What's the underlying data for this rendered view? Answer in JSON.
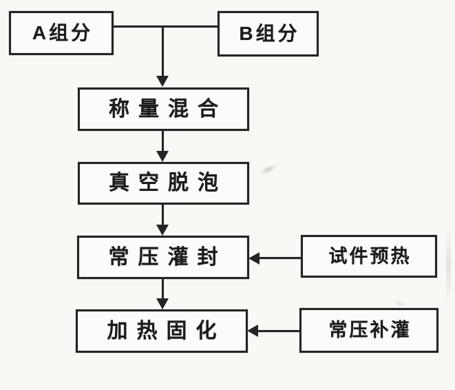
{
  "diagram": {
    "type": "flowchart",
    "description": "Two-component epoxy potting process flow",
    "nodes": {
      "comp_a": {
        "label": "A组分"
      },
      "comp_b": {
        "label": "B组分"
      },
      "weigh_mix": {
        "label": "称量混合"
      },
      "vacuum_degas": {
        "label": "真空脱泡"
      },
      "ambient_pot": {
        "label": "常压灌封"
      },
      "preheat": {
        "label": "试件预热"
      },
      "heat_cure": {
        "label": "加热固化"
      },
      "ambient_refill": {
        "label": "常压补灌"
      }
    },
    "edges": [
      {
        "from": "comp_a",
        "to": "weigh_mix"
      },
      {
        "from": "comp_b",
        "to": "weigh_mix"
      },
      {
        "from": "weigh_mix",
        "to": "vacuum_degas"
      },
      {
        "from": "vacuum_degas",
        "to": "ambient_pot"
      },
      {
        "from": "preheat",
        "to": "ambient_pot"
      },
      {
        "from": "ambient_pot",
        "to": "heat_cure"
      },
      {
        "from": "ambient_refill",
        "to": "heat_cure"
      }
    ],
    "colors": {
      "line": "#242424",
      "box_fill": "#fcfbf9",
      "background": "#f9f8f5",
      "text": "#1c1c1c"
    }
  }
}
